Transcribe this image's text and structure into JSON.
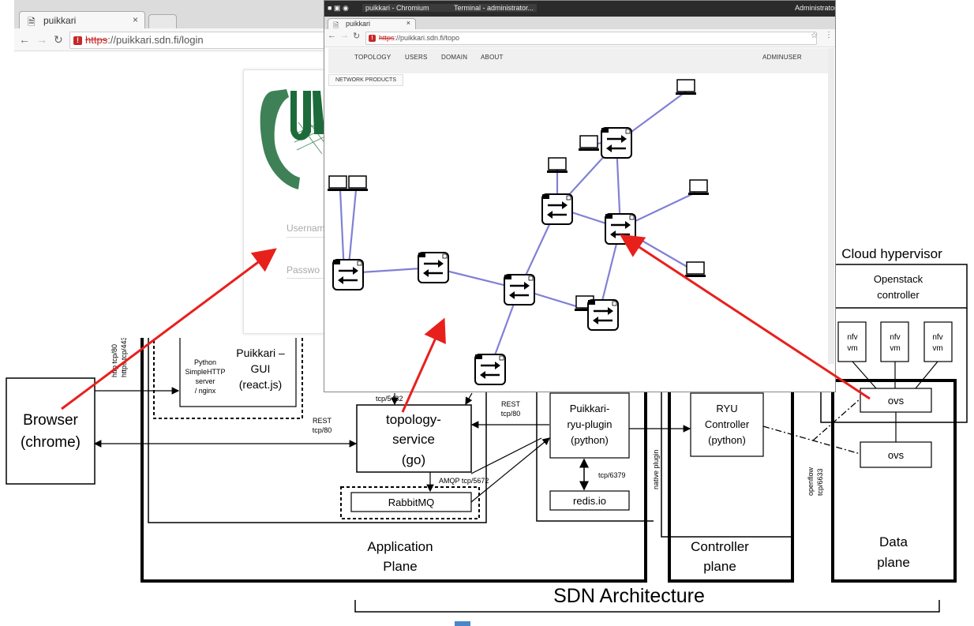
{
  "login_browser": {
    "tab_title": "puikkari",
    "url_scheme": "https",
    "url_rest": "://puikkari.sdn.fi/login",
    "username_placeholder": "Usernam",
    "password_placeholder": "Passwo"
  },
  "topology_browser": {
    "os_bar": {
      "window1": "puikkari - Chromium",
      "window2": "Terminal - administrator...",
      "user": "Administrator"
    },
    "tab_title": "puikkari",
    "url_scheme": "https",
    "url_rest": "://puikkari.sdn.fi/topo",
    "nav": [
      "TOPOLOGY",
      "USERS",
      "DOMAIN",
      "ABOUT"
    ],
    "user_menu": "ADMINUSER",
    "sub_button": "NETWORK PRODUCTS"
  },
  "diagram": {
    "browser_box": [
      "Browser",
      "(chrome)"
    ],
    "http_label": "http tcp/80",
    "https_label": "https tcp/443",
    "python_server": [
      "Python",
      "SimpleHTTP",
      "server",
      "/ nginx"
    ],
    "gui_box": [
      "Puikkari –",
      "GUI",
      "(react.js)"
    ],
    "rest_label_left": [
      "REST",
      "tcp/80"
    ],
    "tcp5432": "tcp/5432",
    "topology_service": [
      "topology-",
      "service",
      "(go)"
    ],
    "amqp_label": "AMQP tcp/5672",
    "rabbitmq": "RabbitMQ",
    "rest_label_right": [
      "REST",
      "tcp/80"
    ],
    "ryu_plugin": [
      "Puikkari-",
      "ryu-plugin",
      "(python)"
    ],
    "tcp6379": "tcp/6379",
    "redis": "redis.io",
    "native_plugin": "native plugin",
    "ryu_controller": [
      "RYU",
      "Controller",
      "(python)"
    ],
    "openflow_label": [
      "openflow",
      "tcp/6633"
    ],
    "cloud_title": "Cloud hypervisor",
    "openstack": [
      "Openstack",
      "controller"
    ],
    "nfv_vm": [
      "nfv",
      "vm"
    ],
    "ovs_top": "ovs",
    "ovs_bottom": "ovs",
    "application_plane": [
      "Application",
      "Plane"
    ],
    "controller_plane": [
      "Controller",
      "plane"
    ],
    "data_plane": [
      "Data",
      "plane"
    ],
    "sdn_architecture": "SDN Architecture"
  },
  "colors": {
    "arrow": "#e8201c",
    "link": "#5a5ac8",
    "chrome_lock": "#c62828"
  }
}
